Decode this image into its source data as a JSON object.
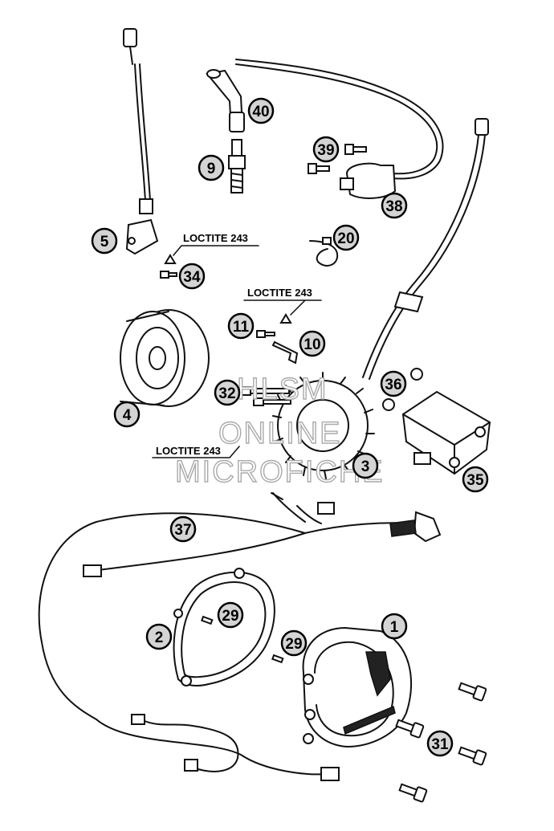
{
  "diagram": {
    "callouts": [
      "40",
      "9",
      "39",
      "38",
      "5",
      "20",
      "34",
      "11",
      "10",
      "4",
      "32",
      "36",
      "3",
      "35",
      "37",
      "29",
      "2",
      "1",
      "29",
      "31"
    ],
    "notes": [
      "LOCTITE 243",
      "LOCTITE 243",
      "LOCTITE 243"
    ],
    "watermark": [
      "HLSM",
      "ONLINE",
      "MICROFICHE"
    ]
  }
}
